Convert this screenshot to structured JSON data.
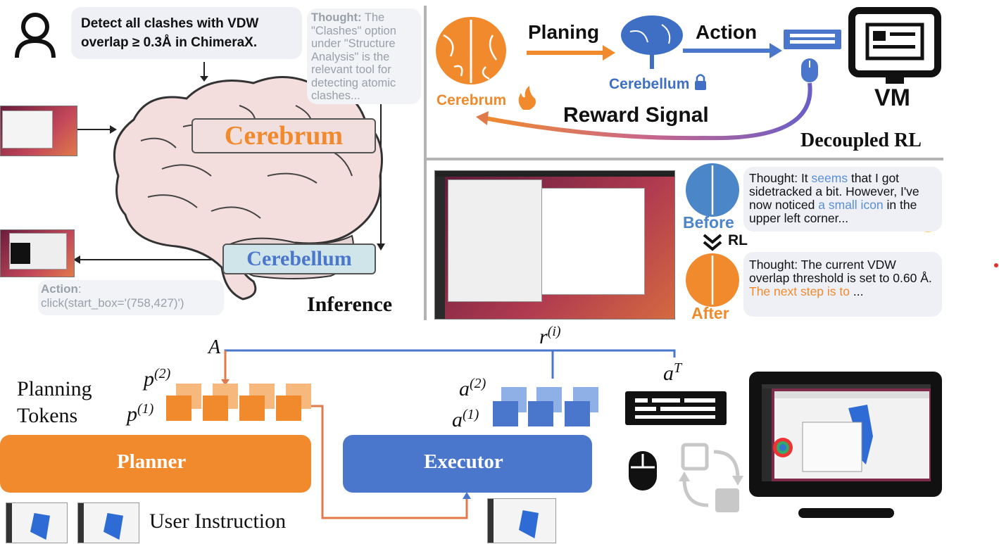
{
  "top_left": {
    "instruction": "Detect all clashes with VDW overlap ≥ 0.3Å in ChimeraX.",
    "thought_label": "Thought:",
    "thought_text": " The \"Clashes\" option under \"Structure Analysis\" is the relevant tool for detecting atomic clashes...",
    "cerebrum_label": "Cerebrum",
    "cerebellum_label": "Cerebellum",
    "action_label": "Action",
    "action_text": "click(start_box='(758,427)')",
    "inference_label": "Inference"
  },
  "top_right": {
    "planing": "Planing",
    "action": "Action",
    "cerebrum": "Cerebrum",
    "cerebellum": "Cerebellum",
    "vm": "VM",
    "reward": "Reward Signal",
    "decoupled": "Decoupled RL"
  },
  "mid_right": {
    "before": "Before",
    "after": "After",
    "rl": "RL",
    "thought1_a": "Thought: It ",
    "thought1_b": "seems",
    "thought1_c": " that I got sidetracked a bit. However, I've now noticed ",
    "thought1_d": "a small icon",
    "thought1_e": " in the upper left corner...",
    "thought2_a": "Thought: The current VDW overlap threshold is set to 0.60 Å. ",
    "thought2_b": "The next step is to",
    "thought2_c": " ..."
  },
  "bottom": {
    "planning_tokens_1": "Planning",
    "planning_tokens_2": "Tokens",
    "planner": "Planner",
    "executor": "Executor",
    "user_instruction": "User Instruction",
    "A": "A",
    "r_base": "r",
    "r_sup": "(i)",
    "p_base": "p",
    "p2_sup": "(2)",
    "p1_sup": "(1)",
    "a_base": "a",
    "a2_sup": "(2)",
    "a1_sup": "(1)",
    "aT_base": "a",
    "aT_sup": "T"
  },
  "colors": {
    "orange": "#f08a2d",
    "blue": "#4a76cc",
    "dark": "#111111",
    "divider": "#b3b3b3",
    "cerebrum_text": "#f08a2d",
    "cerebellum_text": "#4a76cc",
    "highlight_blue": "#5b8fd6",
    "highlight_orange": "#f08a2d"
  }
}
